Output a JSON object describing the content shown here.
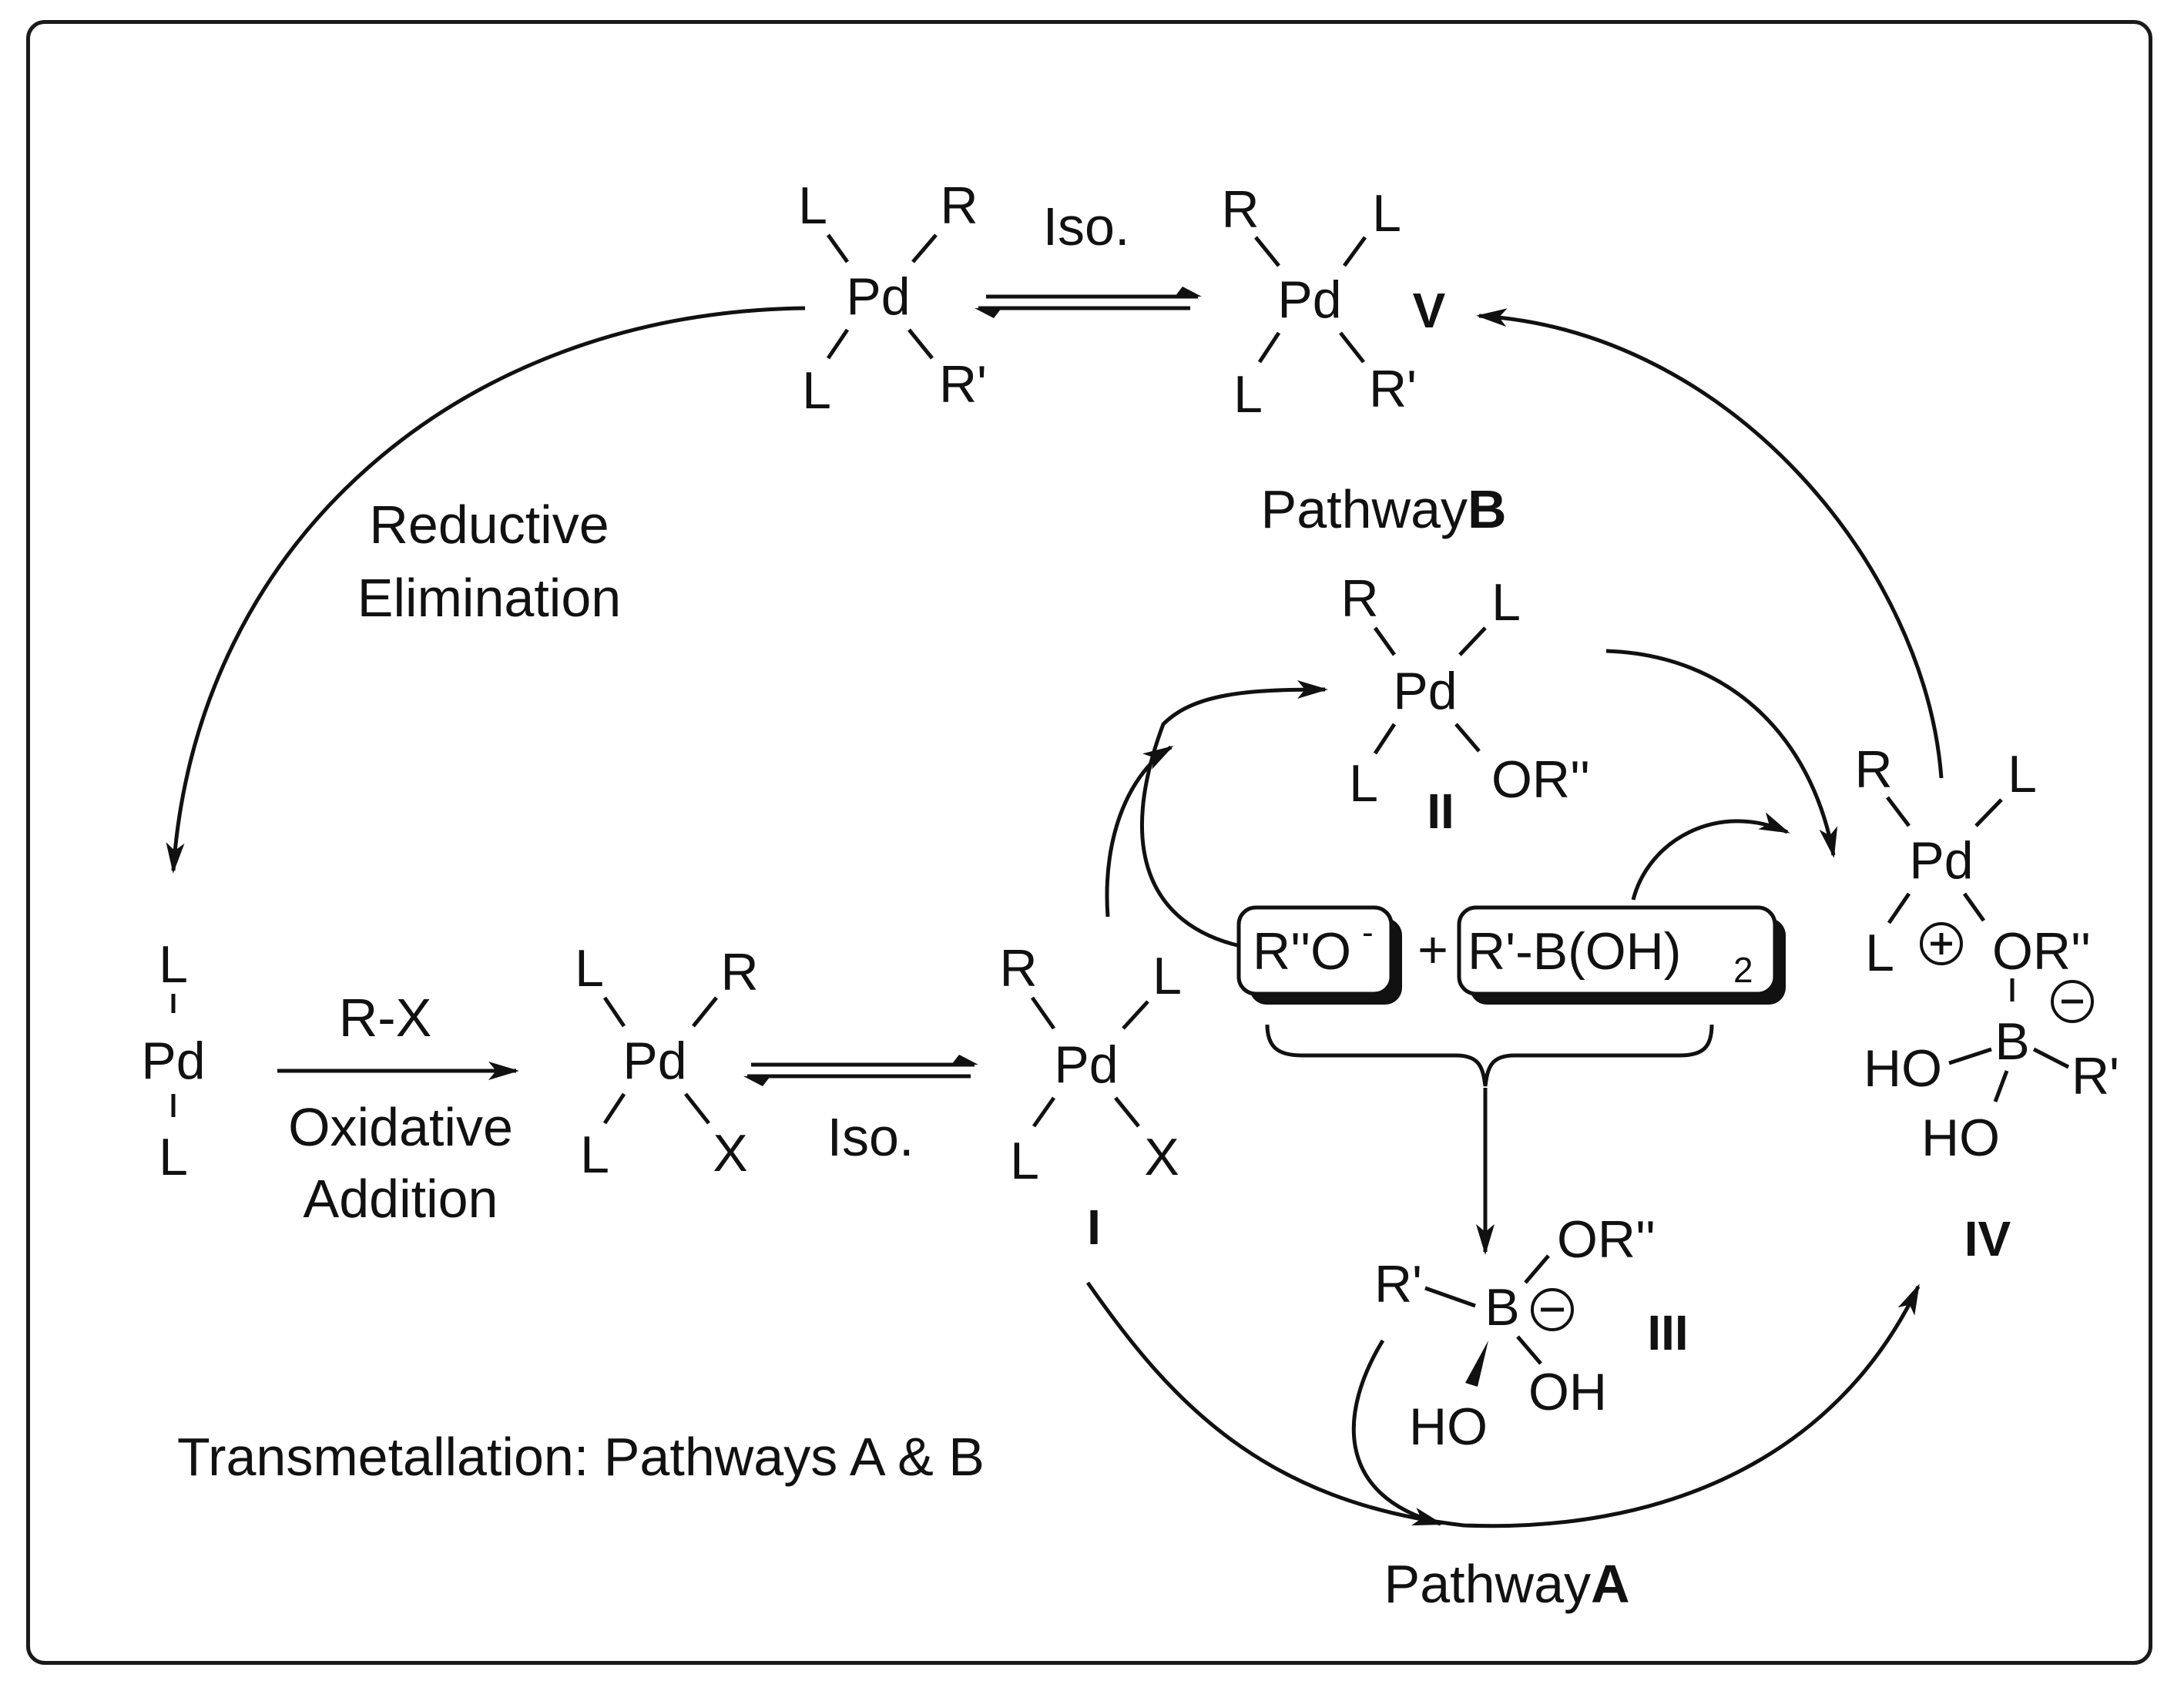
{
  "labels": {
    "iso_top": "Iso.",
    "iso_bottom": "Iso.",
    "reductive_1": "Reductive",
    "reductive_2": "Elimination",
    "rx": "R-X",
    "oxidative_1": "Oxidative",
    "oxidative_2": "Addition",
    "pathway_b_prefix": "Pathway ",
    "pathway_b_letter": "B",
    "pathway_a_prefix": "Pathway ",
    "pathway_a_letter": "A",
    "transmetallation": "Transmetallation: Pathways A & B",
    "plus": "+"
  },
  "compounds": {
    "I": "I",
    "II": "II",
    "III": "III",
    "IV": "IV",
    "V": "V"
  },
  "atoms": {
    "pd": "Pd",
    "l": "L",
    "r": "R",
    "r_prime": "R'",
    "x": "X",
    "or2": "OR''",
    "oh": "OH",
    "ho": "HO",
    "b": "B"
  },
  "reagents": {
    "alkoxide_main": "R''O",
    "alkoxide_sup": "-",
    "boronic_main": "R'-B(OH)",
    "boronic_sub": "2"
  }
}
